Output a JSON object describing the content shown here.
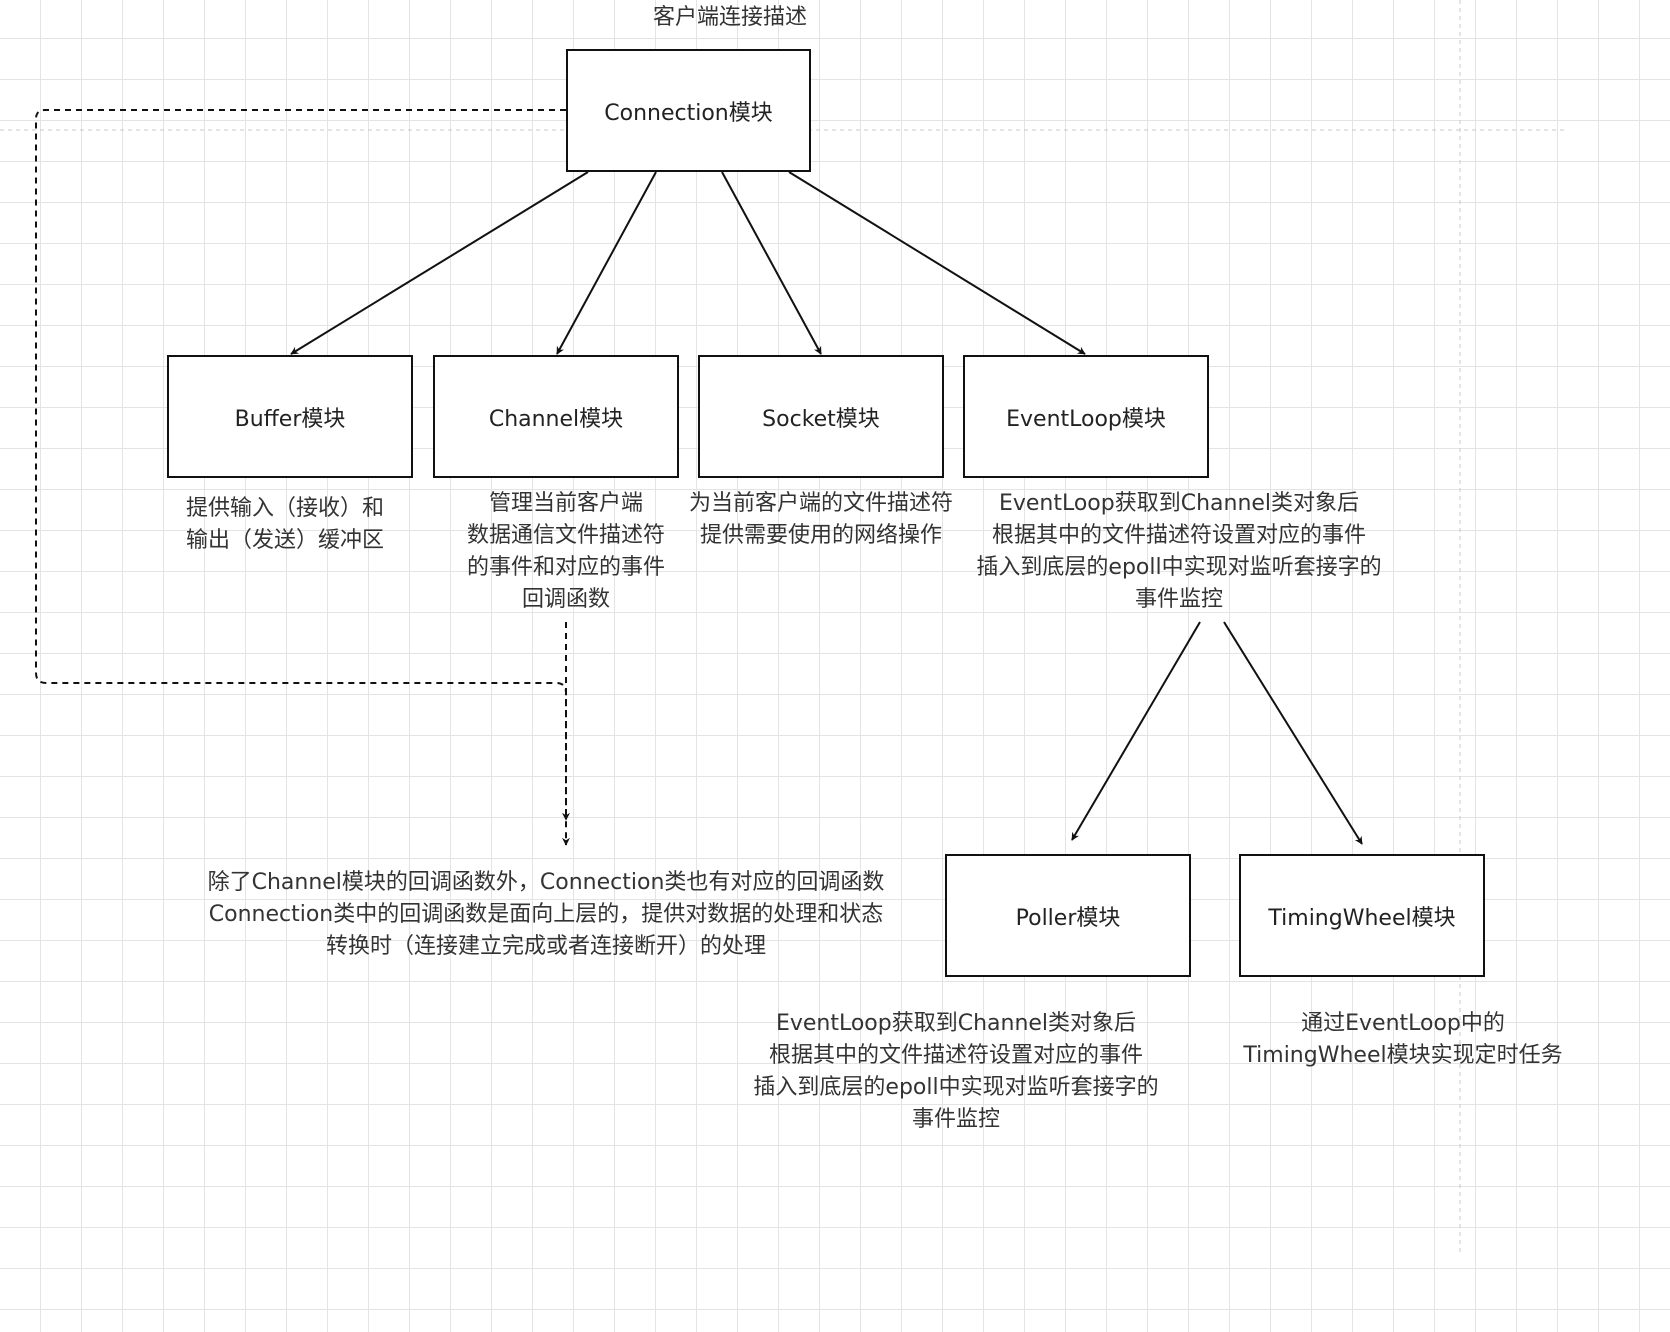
{
  "diagram": {
    "title": "客户端连接描述",
    "nodes": {
      "connection": "Connection模块",
      "buffer": "Buffer模块",
      "channel": "Channel模块",
      "socket": "Socket模块",
      "eventloop": "EventLoop模块",
      "poller": "Poller模块",
      "timingwheel": "TimingWheel模块"
    },
    "captions": {
      "buffer": "提供输入（接收）和\n输出（发送）缓冲区",
      "channel": "管理当前客户端\n数据通信文件描述符\n的事件和对应的事件\n回调函数",
      "socket": "为当前客户端的文件描述符\n提供需要使用的网络操作",
      "eventloop": "EventLoop获取到Channel类对象后\n根据其中的文件描述符设置对应的事件\n插入到底层的epoll中实现对监听套接字的\n事件监控",
      "poller": "EventLoop获取到Channel类对象后\n根据其中的文件描述符设置对应的事件\n插入到底层的epoll中实现对监听套接字的\n事件监控",
      "timingwheel": "通过EventLoop中的\nTimingWheel模块实现定时任务",
      "connection_callbacks": "除了Channel模块的回调函数外，Connection类也有对应的回调函数\nConnection类中的回调函数是面向上层的，提供对数据的处理和状态\n转换时（连接建立完成或者连接断开）的处理"
    },
    "edges": [
      {
        "from": "connection",
        "to": "buffer",
        "style": "solid"
      },
      {
        "from": "connection",
        "to": "channel",
        "style": "solid"
      },
      {
        "from": "connection",
        "to": "socket",
        "style": "solid"
      },
      {
        "from": "connection",
        "to": "eventloop",
        "style": "solid"
      },
      {
        "from": "eventloop",
        "to": "poller",
        "style": "solid"
      },
      {
        "from": "eventloop",
        "to": "timingwheel",
        "style": "solid"
      },
      {
        "from": "connection",
        "to": "connection_callbacks",
        "style": "dashed"
      },
      {
        "from": "channel",
        "to": "connection_callbacks",
        "style": "dashed"
      }
    ]
  }
}
